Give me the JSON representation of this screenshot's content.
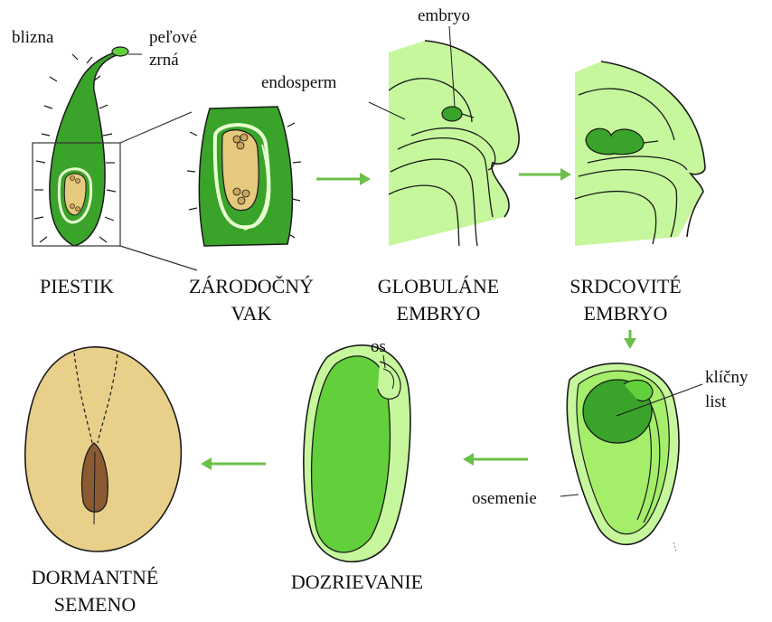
{
  "stages": {
    "piestik": {
      "caption": [
        "PIESTIK"
      ]
    },
    "zarodocny_vak": {
      "caption": [
        "ZÁRODOČNÝ",
        "VAK"
      ]
    },
    "globulane": {
      "caption": [
        "GLOBULÁNE",
        "EMBRYO"
      ]
    },
    "srdcovite": {
      "caption": [
        "SRDCOVITÉ",
        "EMBRYO"
      ]
    },
    "dozrievanie": {
      "caption": [
        "DOZRIEVANIE"
      ]
    },
    "dormantne": {
      "caption": [
        "DORMANTNÉ",
        "SEMENO"
      ]
    }
  },
  "annotations": {
    "blizna": "blizna",
    "pelove_zrna": [
      "peľové",
      "zrná"
    ],
    "endosperm": "endosperm",
    "embryo": "embryo",
    "os": "os",
    "klicny_list": [
      "klíčny",
      "list"
    ],
    "osemenie": "osemenie"
  },
  "colors": {
    "dark_green": "#3aa32a",
    "mid_green": "#62d03a",
    "light_green": "#c6f79c",
    "pale_green": "#d9fbb4",
    "tan": "#e6c97d",
    "brown": "#8b5a33",
    "arrow": "#6cbf4a",
    "outline": "#1a1a1a"
  }
}
